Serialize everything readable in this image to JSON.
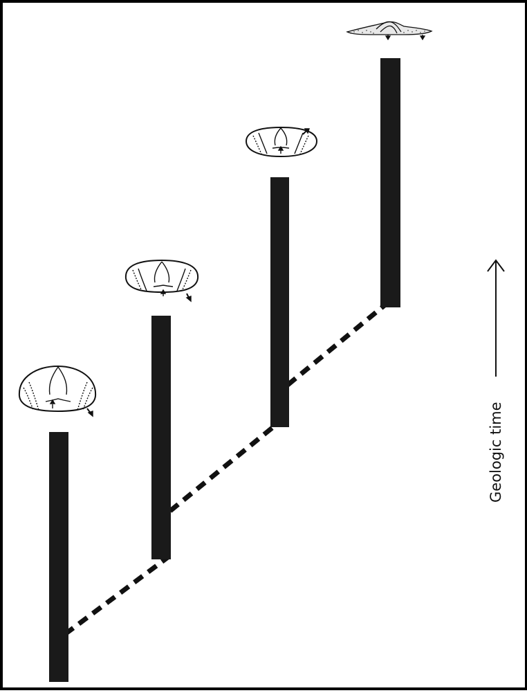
{
  "figure": {
    "time_axis_label": "Geologic time",
    "colors": {
      "bar": "#1a1a1a",
      "line": "#111111",
      "background": "#ffffff"
    }
  },
  "lineages": [
    {
      "id": "lineage-1",
      "form": "rounded-shell"
    },
    {
      "id": "lineage-2",
      "form": "rounded-shell"
    },
    {
      "id": "lineage-3",
      "form": "oval-shell"
    },
    {
      "id": "lineage-4",
      "form": "flattened-shell"
    }
  ],
  "connectors": [
    {
      "from": "lineage-1",
      "to": "lineage-2",
      "style": "dashed"
    },
    {
      "from": "lineage-2",
      "to": "lineage-3",
      "style": "dashed"
    },
    {
      "from": "lineage-3",
      "to": "lineage-4",
      "style": "dashed"
    }
  ]
}
